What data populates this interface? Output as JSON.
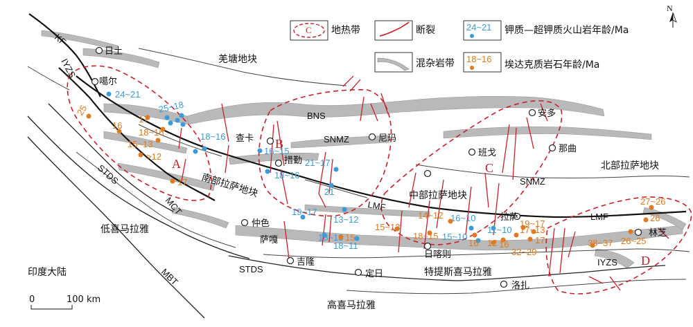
{
  "legend": {
    "geothermal": {
      "symbol": "C",
      "label": "地热带"
    },
    "fault": {
      "label": "断裂"
    },
    "k_rock": {
      "range": "24~21",
      "label": "钾质—超钾质火山岩年龄/Ma"
    },
    "melange": {
      "label": "混杂岩带"
    },
    "adakite": {
      "range": "18~16",
      "label": "埃达克质岩石年龄/Ma"
    }
  },
  "north": "N",
  "scale": {
    "zero": "0",
    "label": "100 km"
  },
  "blocks": {
    "qiangtang": "羌塘地块",
    "north_lhasa": "北部拉萨地块",
    "central_lhasa": "中部拉萨地块",
    "south_lhasa": "南部拉萨地块",
    "tethys_himalaya": "特提斯喜马拉雅",
    "high_himalaya": "高喜马拉雅",
    "low_himalaya": "低喜马拉雅",
    "india": "印度大陆"
  },
  "lines": {
    "kf": "KF",
    "iyzs_w": "IYZS",
    "iyzs_e": "IYZS",
    "bns": "BNS",
    "snmz_w": "SNMZ",
    "snmz_e": "SNMZ",
    "lmf_c": "LMF",
    "lmf_e": "LMF",
    "stds_w": "STDS",
    "stds_s": "STDS",
    "mct": "MCT",
    "mbt": "MBT"
  },
  "zones": [
    "A",
    "B",
    "C",
    "D"
  ],
  "cities": {
    "ritu": "日土",
    "gaer": "噶尔",
    "chaka": "查卡",
    "cuoqin": "措勤",
    "nima": "尼玛",
    "bange": "班戈",
    "anduo": "安多",
    "naqu": "那曲",
    "zhongse": "仲色",
    "saga": "萨嘎",
    "jilong": "吉隆",
    "dingri": "定日",
    "rikaze": "日喀则",
    "lasa": "拉萨",
    "luozha": "洛扎",
    "linzhi": "林芝"
  },
  "k_ages": [
    "24~21",
    "25~18",
    "18~16",
    "16~15",
    "18~16",
    "21~17",
    "21",
    "19~17",
    "13~12",
    "18~13",
    "18~11",
    "16~10",
    "15~10",
    "11~10"
  ],
  "adakite_ages": [
    "25",
    "17",
    "16",
    "18~16",
    "15~13",
    ">12",
    "17",
    "15",
    "15~13",
    "14~12",
    "18~15",
    "16",
    "12",
    "16",
    "32~29",
    "19~17",
    "17~13",
    "17",
    "27~26",
    "26",
    "38~37",
    "26~25"
  ],
  "colors": {
    "fault": "#c8202a",
    "k_rock": "#3a9bd9",
    "adakite": "#e07a1f",
    "melange": "#b9b9b9"
  }
}
